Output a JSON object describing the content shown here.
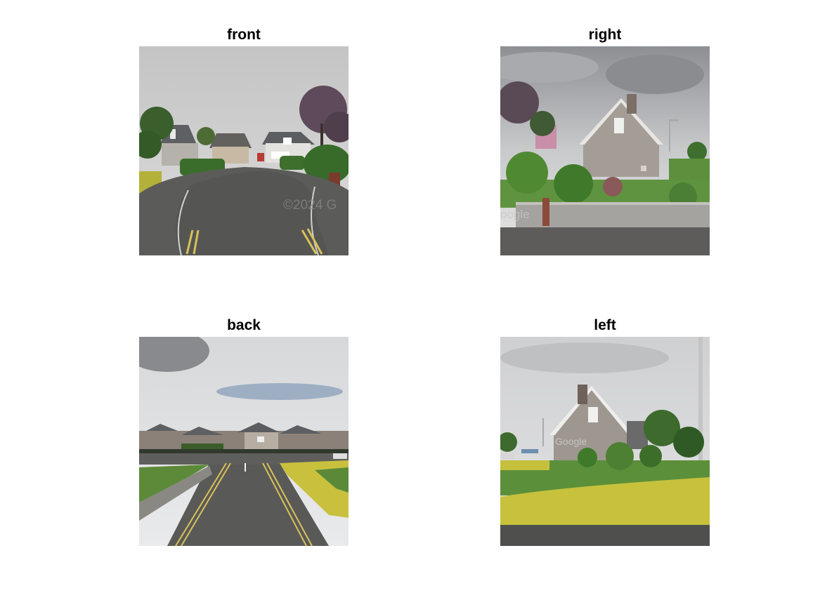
{
  "figure": {
    "panels": [
      {
        "id": "front",
        "title": "front",
        "watermark": "©2024 G"
      },
      {
        "id": "right",
        "title": "right",
        "watermark": "oogle"
      },
      {
        "id": "back",
        "title": "back",
        "watermark": ""
      },
      {
        "id": "left",
        "title": "left",
        "watermark": "Google"
      }
    ]
  },
  "colors": {
    "sky_overcast": "#cfcfcf",
    "road": "#5a5b58",
    "hedge_green": "#3f6f2e",
    "hedge_yellow": "#c2c03a",
    "house_grey": "#a9a29a",
    "roof_grey": "#5e6064",
    "lawn": "#5d8f3c",
    "road_line_yellow": "#d8c15a"
  }
}
